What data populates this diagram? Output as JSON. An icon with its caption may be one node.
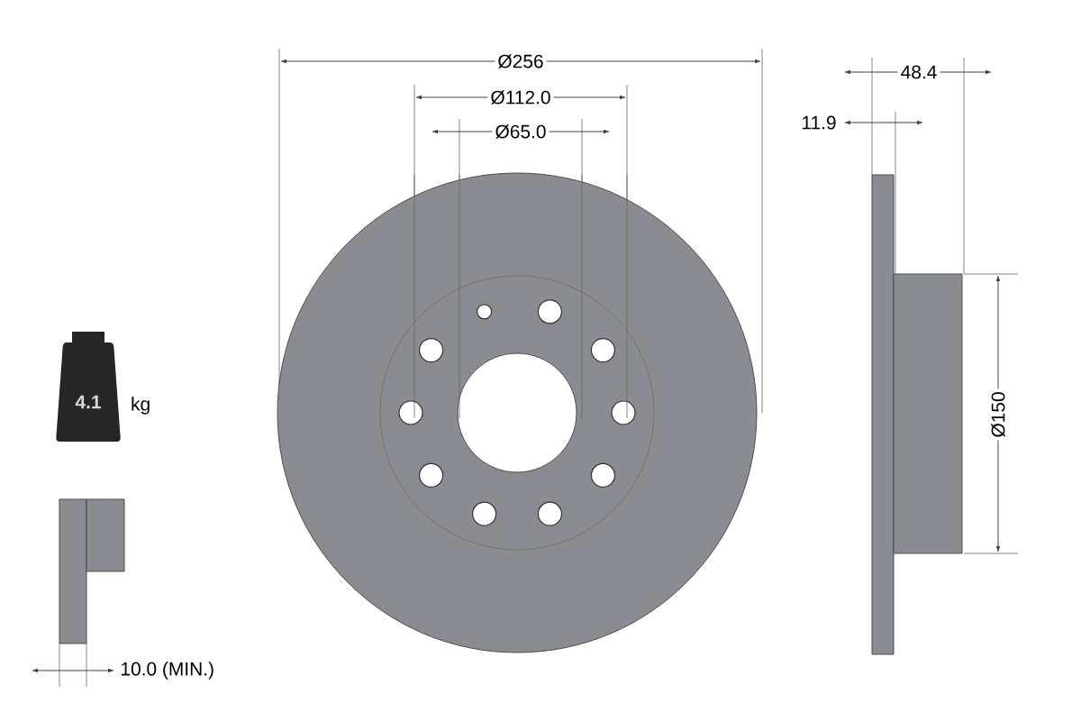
{
  "diagram": {
    "nodes": [
      {
        "text": [
          "4.1"
        ],
        "beside": [
          "kg"
        ]
      }
    ],
    "labels": [
      "Ø256",
      "Ø112.0",
      "Ø65.0",
      "48.4",
      "11.9",
      "Ø150",
      "10.0 (MIN.)"
    ]
  }
}
